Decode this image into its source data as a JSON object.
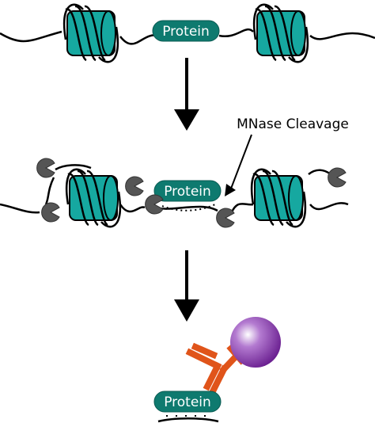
{
  "labels": {
    "protein_top": "Protein",
    "protein_middle": "Protein",
    "protein_bottom": "Protein",
    "mnase_annotation": "MNase Cleavage"
  },
  "colors": {
    "nucleosome": "#16a8a0",
    "protein_fill": "#0e7a6f",
    "mnase_enzyme": "#555555",
    "antibody": "#e0541a",
    "bead": "#7d2fa0",
    "line": "#000000"
  },
  "icons": {
    "mnase_enzyme": "pacman-shape",
    "nucleosome": "dna-wrapped-histone-cylinder",
    "bead": "sphere",
    "antibody": "y-shaped-antibody"
  }
}
